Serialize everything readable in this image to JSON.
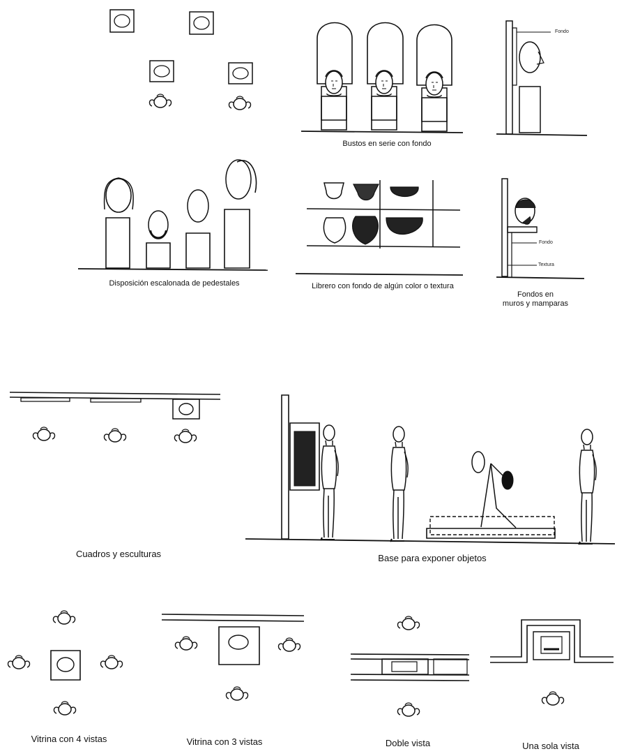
{
  "labels": {
    "bustos": "Bustos en serie con fondo",
    "escalonada": "Disposición escalonada de pedestales",
    "librero": "Librero con fondo de algún color o textura",
    "fondos_line1": "Fondos en",
    "fondos_line2": "muros y mamparas",
    "fondo_1": "Fondo",
    "fondo_2": "Fondo",
    "textura": "Textura",
    "cuadros": "Cuadros y esculturas",
    "base": "Base para exponer objetos",
    "vitrina4": "Vitrina con 4 vistas",
    "vitrina3": "Vitrina con 3 vistas",
    "doble": "Doble vista",
    "una_sola": "Una sola vista"
  }
}
